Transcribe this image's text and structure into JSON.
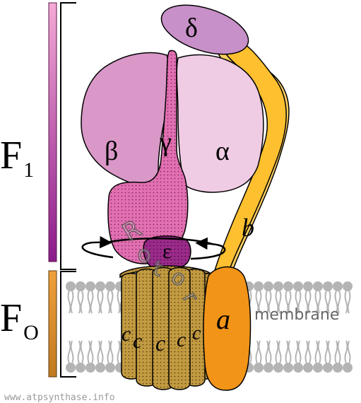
{
  "section_labels": {
    "f1_main": "F",
    "f1_sub": "1",
    "fo_main": "F",
    "fo_sub": "O"
  },
  "subunit_labels": {
    "delta": "δ",
    "beta": "β",
    "gamma": "γ",
    "alpha": "α",
    "b": "b",
    "epsilon": "ε",
    "a": "a",
    "c": "c"
  },
  "rotor_label": "Rotor",
  "membrane_label": "membrane",
  "watermark": "www.atpsynthase.info",
  "colors": {
    "delta": "#c890c8",
    "beta": "#d998c8",
    "alpha": "#f0cce4",
    "gamma": "#e070b0",
    "epsilon": "#9b2a8a",
    "stator_b": "#ffc030",
    "stator_b_light": "#ffd060",
    "a_subunit": "#f29418",
    "c_ring": "#c29a40",
    "membrane": "#b4b4b4",
    "f1_bar_top": "#f5aad6",
    "f1_bar_bottom": "#8b1a8a",
    "fo_bar_top": "#f0a03a",
    "fo_bar_bottom": "#c07a20"
  }
}
